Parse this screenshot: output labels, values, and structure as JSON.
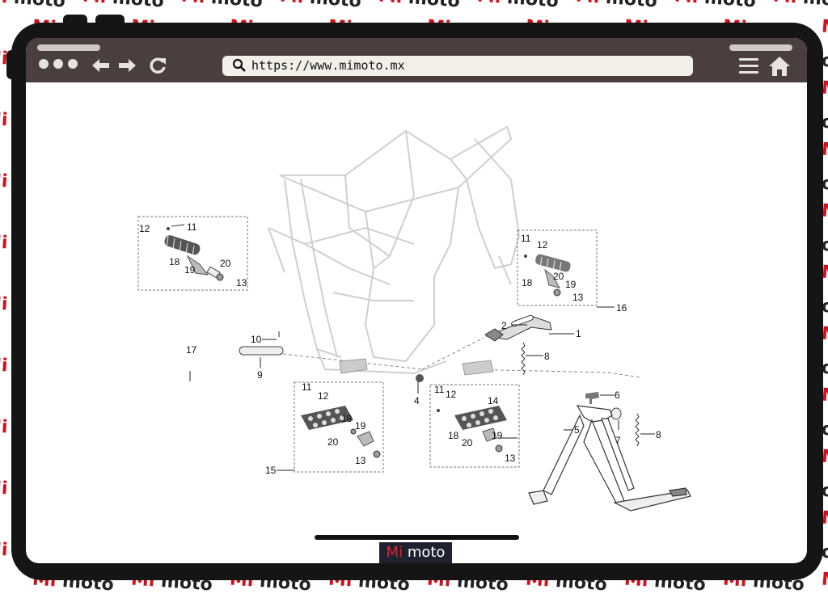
{
  "watermark": {
    "part1": "Mi",
    "part2": "moto"
  },
  "browser": {
    "url": "https://www.mimoto.mx",
    "search_icon": "search-icon",
    "back_icon": "arrow-left-icon",
    "forward_icon": "arrow-right-icon",
    "reload_icon": "reload-icon",
    "menu_icon": "hamburger-menu-icon",
    "home_icon": "home-icon"
  },
  "diagram": {
    "callouts": [
      "1",
      "2",
      "4",
      "5",
      "6",
      "7",
      "8",
      "8",
      "9",
      "10",
      "11",
      "12",
      "13",
      "17",
      "18",
      "19",
      "20",
      "11",
      "12",
      "13",
      "16",
      "18",
      "19",
      "20",
      "11",
      "12",
      "13",
      "15",
      "18",
      "19",
      "20",
      "11",
      "12",
      "13",
      "14",
      "18",
      "19",
      "20"
    ]
  },
  "logo": {
    "part1": "Mi",
    "part2": "moto"
  }
}
